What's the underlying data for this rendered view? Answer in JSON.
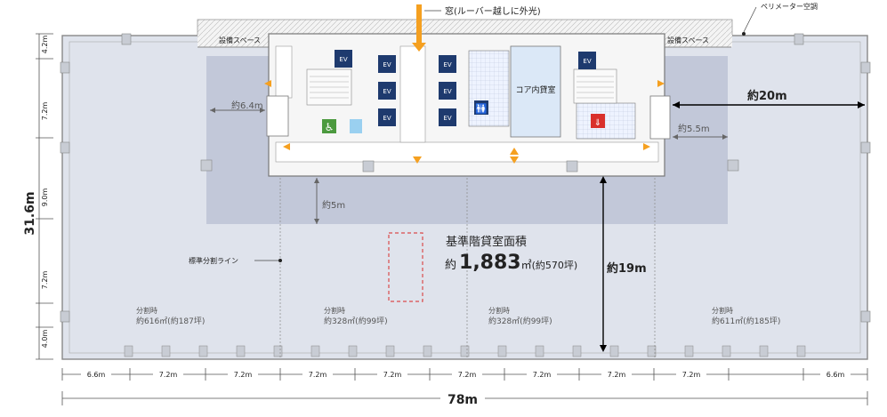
{
  "labels": {
    "window_note": "窓(ルーバー越しに外光)",
    "perimeter_note": "ペリメーター空調",
    "equipment_space_left": "設備スペース",
    "equipment_space_right": "設備スペース",
    "core_rental": "コア内貸室",
    "partition_line": "標準分割ライン",
    "ev": "EV",
    "area_title": "基準階貸室面積",
    "area_prefix": "約",
    "area_value": "1,883",
    "area_unit": "㎡",
    "area_tsubo": "(約570坪)"
  },
  "distances": {
    "d_6_4": "約6.4m",
    "d_20": "約20m",
    "d_5_5": "約5.5m",
    "d_5": "約5m",
    "d_19": "約19m"
  },
  "divisions": [
    {
      "title": "分割時",
      "area": "約616㎡(約187坪)"
    },
    {
      "title": "分割時",
      "area": "約328㎡(約99坪)"
    },
    {
      "title": "分割時",
      "area": "約328㎡(約99坪)"
    },
    {
      "title": "分割時",
      "area": "約611㎡(約185坪)"
    }
  ],
  "vertical_dims": {
    "total": "31.6m",
    "segments": [
      "4.2m",
      "7.2m",
      "9.0m",
      "7.2m",
      "4.0m"
    ]
  },
  "horizontal_dims": {
    "total": "78m",
    "segments": [
      "6.6m",
      "7.2m",
      "7.2m",
      "7.2m",
      "7.2m",
      "7.2m",
      "7.2m",
      "7.2m",
      "7.2m",
      "6.6m"
    ]
  },
  "colors": {
    "floor": "#dfe3ec",
    "core_zone": "#c2c8d9",
    "ev": "#1e3a6e",
    "arrow": "#f5a020",
    "partition": "#d94b4b"
  }
}
